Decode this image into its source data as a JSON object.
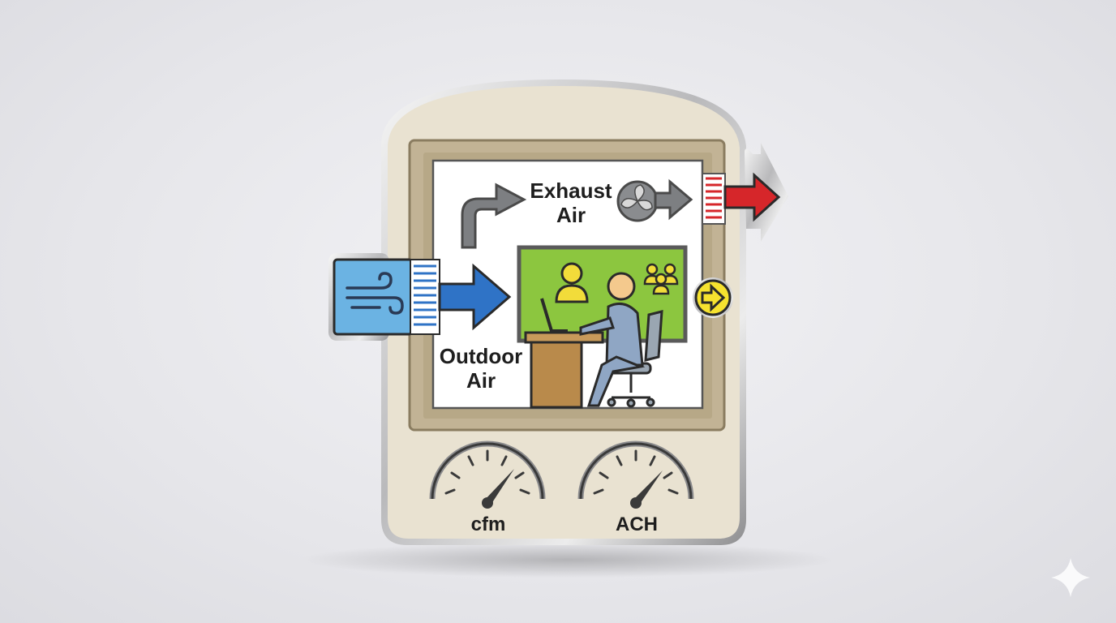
{
  "labels": {
    "exhaust_line1": "Exhaust",
    "exhaust_line2": "Air",
    "outdoor_line1": "Outdoor",
    "outdoor_line2": "Air",
    "gauge_left": "cfm",
    "gauge_right": "ACH"
  },
  "icons": {
    "intake_wind": "wind-icon",
    "exhaust_fan": "fan-icon",
    "exhaust_arrow": "arrow-right-icon",
    "return_arrow": "curved-arrow-icon",
    "transfer_arrow": "circle-arrow-icon",
    "occupant": "person-icon",
    "group": "group-icon"
  },
  "colors": {
    "badge_body": "#e9e2d1",
    "frame": "#c2b395",
    "outdoor_air": "#2f73c6",
    "intake_panel": "#6bb3e3",
    "exhaust_air": "#d6262a",
    "occupied_zone": "#8cc63f",
    "return_air": "#7d7f82",
    "transfer_badge": "#f6e22f",
    "desk": "#b98a4b",
    "person": "#8fa6c4"
  }
}
